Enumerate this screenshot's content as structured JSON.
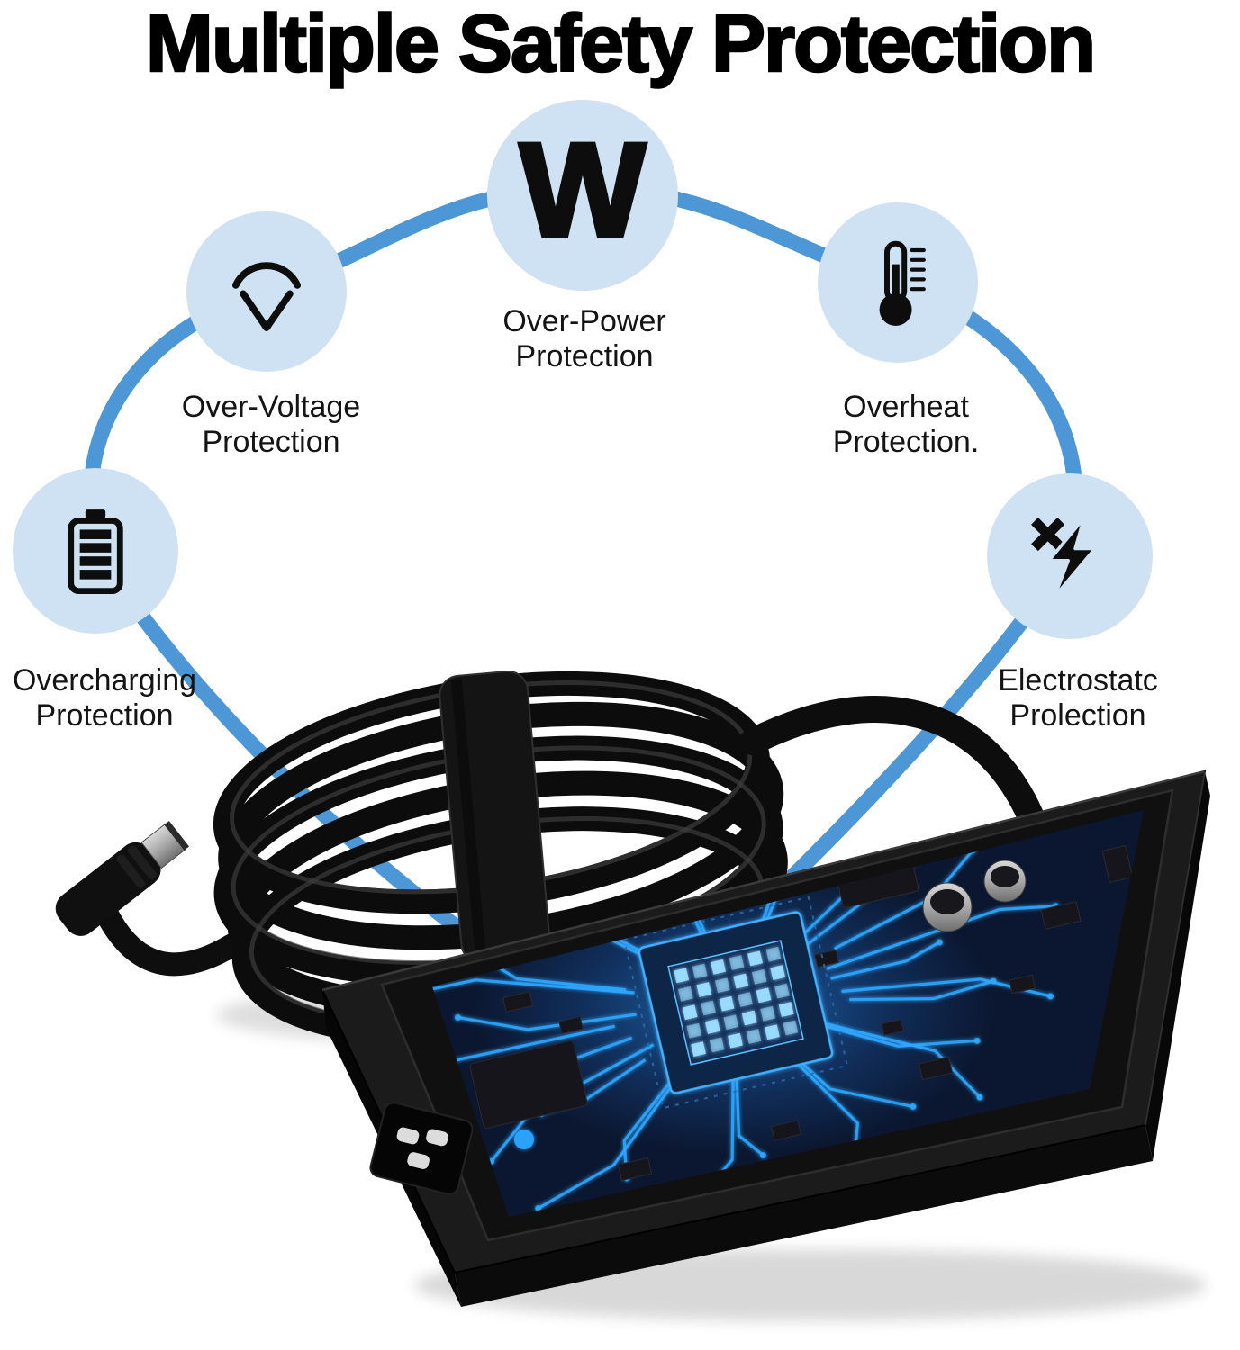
{
  "title": "Multiple Safety Protection",
  "colors": {
    "shield-blue": "#4e97d7",
    "badge-fill": "#cfe2f3",
    "icon-black": "#0d0d0d",
    "glow-blue": "#2ea7ff"
  },
  "features": [
    {
      "name": "over-voltage",
      "icon": "voltage-gauge-icon",
      "label": [
        "Over-Voltage",
        "Protection"
      ]
    },
    {
      "name": "over-power",
      "icon": "watt-letter-icon",
      "symbol": "W",
      "label": [
        "Over-Power",
        "Protection"
      ]
    },
    {
      "name": "overheat",
      "icon": "thermometer-icon",
      "label": [
        "Overheat",
        "Protection."
      ]
    },
    {
      "name": "overcharging",
      "icon": "battery-icon",
      "label": [
        "Overcharging",
        "Protection"
      ]
    },
    {
      "name": "electrostatic",
      "icon": "anti-static-icon",
      "label": [
        "Electrostatc",
        "Prolection"
      ]
    }
  ]
}
